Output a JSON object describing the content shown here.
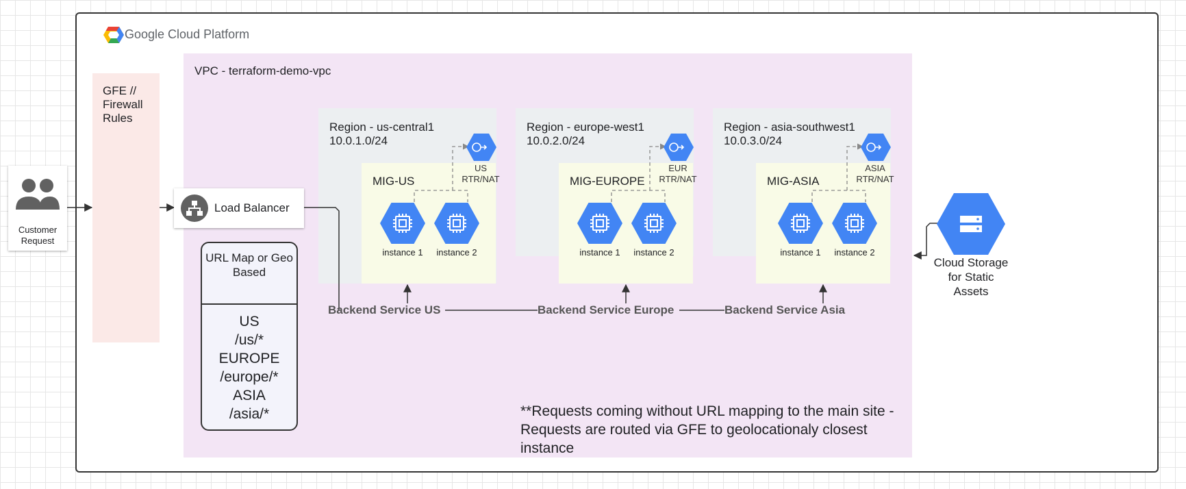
{
  "platform": {
    "name": "Google Cloud Platform"
  },
  "vpc": {
    "label": "VPC - terraform-demo-vpc"
  },
  "gfe": {
    "label": "GFE // Firewall Rules"
  },
  "customer": {
    "label": "Customer Request"
  },
  "load_balancer": {
    "label": "Load Balancer"
  },
  "url_map": {
    "title": "URL Map or Geo Based",
    "routes": [
      "US",
      "/us/*",
      "EUROPE",
      "/europe/*",
      "ASIA",
      "/asia/*"
    ]
  },
  "regions": [
    {
      "name": "Region - us-central1",
      "cidr": "10.0.1.0/24",
      "mig": "MIG-US",
      "nat": [
        "US",
        "RTR/NAT"
      ],
      "instances": [
        "instance 1",
        "instance 2"
      ],
      "backend": "Backend Service US"
    },
    {
      "name": "Region - europe-west1",
      "cidr": "10.0.2.0/24",
      "mig": "MIG-EUROPE",
      "nat": [
        "EUR",
        "RTR/NAT"
      ],
      "instances": [
        "instance 1",
        "instance 2"
      ],
      "backend": "Backend Service Europe"
    },
    {
      "name": "Region - asia-southwest1",
      "cidr": "10.0.3.0/24",
      "mig": "MIG-ASIA",
      "nat": [
        "ASIA",
        "RTR/NAT"
      ],
      "instances": [
        "instance 1",
        "instance 2"
      ],
      "backend": "Backend Service Asia"
    }
  ],
  "storage": {
    "label": "Cloud Storage for Static Assets"
  },
  "note": "**Requests coming without URL mapping to the main site - Requests are routed via GFE to geolocationaly closest instance",
  "colors": {
    "gcp_blue": "#4285f4",
    "vpc_bg": "#f3e5f5",
    "gfe_bg": "#fbe9e7",
    "region_bg": "#eceff1",
    "mig_bg": "#f9fbe7"
  }
}
